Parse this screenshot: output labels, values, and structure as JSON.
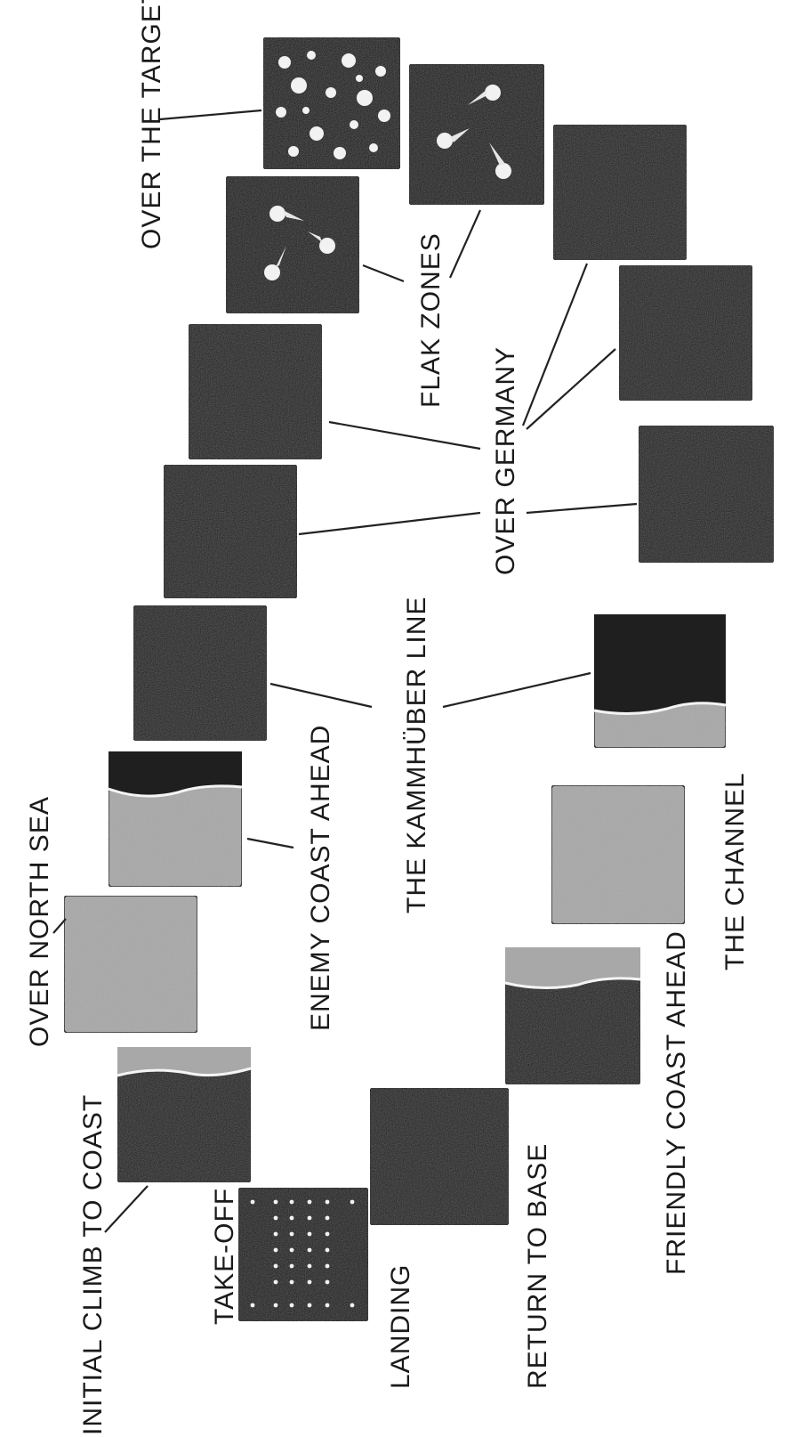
{
  "labels": {
    "over_the_target": "OVER THE TARGET",
    "flak_zones": "FLAK ZONES",
    "over_germany": "OVER GERMANY",
    "kammhuber_line": "THE KAMMHÜBER LINE",
    "enemy_coast_ahead": "ENEMY COAST AHEAD",
    "over_north_sea": "OVER NORTH SEA",
    "initial_climb": "INITIAL CLIMB TO COAST",
    "take_off": "TAKE-OFF",
    "landing": "LANDING",
    "return_to_base": "RETURN TO BASE",
    "friendly_coast_ahead": "FRIENDLY COAST AHEAD",
    "the_channel": "THE CHANNEL"
  },
  "colors": {
    "dark_panel": "#1f1f1f",
    "sea_panel": "#a8a8a8",
    "ink": "#1a1a1a"
  }
}
